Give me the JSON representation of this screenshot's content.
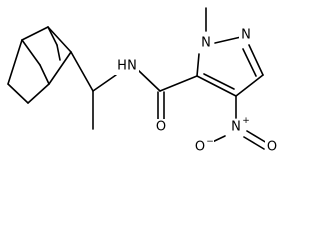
{
  "molecule": {
    "atoms": {
      "n1": {
        "symbol": "N"
      },
      "n2": {
        "symbol": "N"
      },
      "amide_n": {
        "symbol": "N",
        "h": "H"
      },
      "amide_o": {
        "symbol": "O"
      },
      "nitro_n": {
        "symbol": "N",
        "charge": "+"
      },
      "nitro_o_single": {
        "symbol": "O",
        "charge": "−"
      },
      "nitro_o_double": {
        "symbol": "O"
      }
    }
  }
}
